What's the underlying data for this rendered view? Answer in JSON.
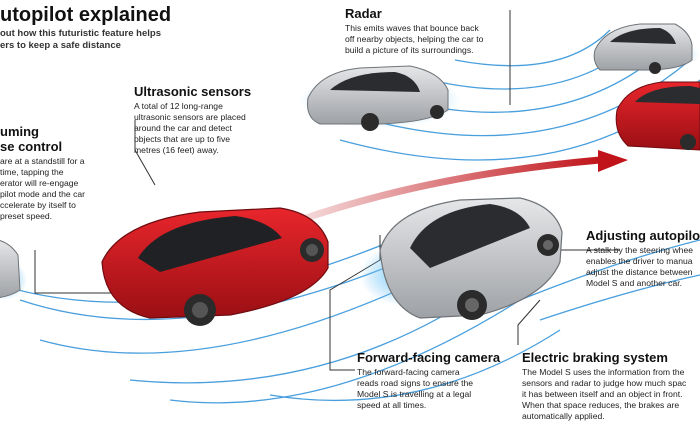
{
  "header": {
    "title": "utopilot explained",
    "subtitle_lines": [
      "out how this futuristic feature helps",
      "ers to keep a safe distance"
    ]
  },
  "callouts": {
    "radar": {
      "heading": "Radar",
      "lines": [
        "This emits waves that bounce back",
        "off nearby objects, helping the car to",
        "build a picture of its surroundings."
      ]
    },
    "ultrasonic": {
      "heading": "Ultrasonic sensors",
      "lines": [
        "A total of 12 long-range",
        "ultrasonic sensors are placed",
        "around the car and detect",
        "objects that are up to five",
        "metres (16 feet) away."
      ]
    },
    "resuming": {
      "heading_lines": [
        "uming",
        "se control"
      ],
      "lines": [
        "are at a standstill for a",
        "time, tapping the",
        "erator will re-engage",
        "pilot mode and the car",
        "ccelerate by itself to",
        "preset speed."
      ]
    },
    "adjusting": {
      "heading": "Adjusting autopilot",
      "lines": [
        "A stalk by the steering whee",
        "enables the driver to manua",
        "adjust the distance between",
        "Model S and another car."
      ]
    },
    "camera": {
      "heading": "Forward-facing camera",
      "lines": [
        "The forward-facing camera",
        "reads road signs to ensure the",
        "Model S is travelling at a legal",
        "speed at all times."
      ]
    },
    "braking": {
      "heading": "Electric braking system",
      "lines": [
        "The Model S uses the information from the",
        "sensors and radar to judge how much spac",
        "it has between itself and an object in front.",
        "When that space reduces, the brakes are",
        "automatically applied."
      ]
    }
  },
  "colors": {
    "red_car": "#c8161d",
    "silver_car": "#bfc1c4",
    "sensor_glow": "#5ab8f0",
    "path_arrow": "#c0141a",
    "leader_line": "#333333"
  },
  "icons": [
    "red-tesla-car",
    "silver-tesla-car",
    "radar-waves",
    "path-arrow"
  ]
}
